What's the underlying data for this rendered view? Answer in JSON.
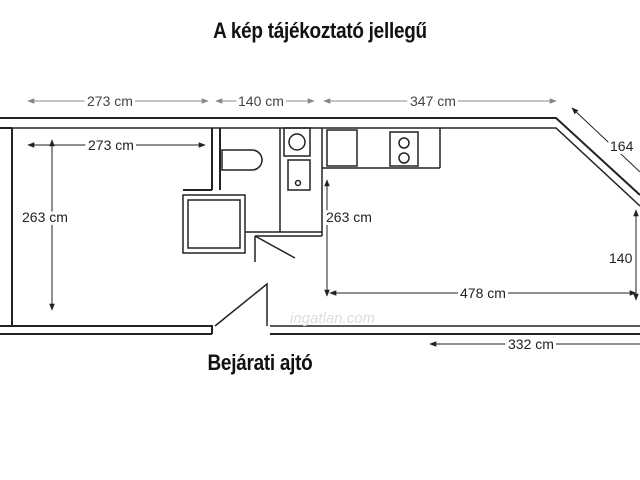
{
  "title": "A kép tájékoztató jellegű",
  "door_caption": "Bejárati ajtó",
  "dimensions": {
    "top_left": "273 cm",
    "top_middle": "140 cm",
    "top_right": "347 cm",
    "inner_left": "273 cm",
    "height_left": "263 cm",
    "height_middle": "263 cm",
    "diagonal": "164",
    "right_height": "140",
    "inner_bottom": "478 cm",
    "outer_bottom": "332 cm"
  },
  "watermark": "ingatlan.com"
}
